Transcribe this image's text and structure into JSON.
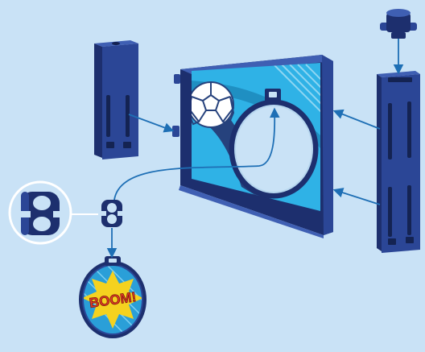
{
  "diagram": {
    "background": "#c9e2f6",
    "colors": {
      "part_dark": "#1d2f6e",
      "part_mid": "#2b4696",
      "part_light": "#3f5fb3",
      "arrow": "#1e6fb5",
      "panel_cyan": "#2fb2e6",
      "panel_stripe": "#26427d",
      "ring_fill": "#c9e2f6",
      "medallion_yellow": "#f5d21f",
      "medallion_blue": "#2a9fd8",
      "boom_red": "#e33b26",
      "boom_orange": "#f38b23"
    },
    "parts": [
      {
        "name": "left-post",
        "icon": "square-post-icon"
      },
      {
        "name": "goal-panel",
        "icon": "football-goal-panel-icon",
        "graphic": "soccer-ball"
      },
      {
        "name": "right-post",
        "icon": "square-post-icon"
      },
      {
        "name": "post-cap",
        "icon": "spool-cap-icon"
      },
      {
        "name": "figure-8-clip",
        "icon": "double-ring-clip-icon"
      },
      {
        "name": "clip-detail-callout",
        "icon": "magnifier-callout-icon"
      },
      {
        "name": "boom-medallion",
        "icon": "target-medallion-icon"
      }
    ],
    "medallion_text": "BOOM!"
  }
}
